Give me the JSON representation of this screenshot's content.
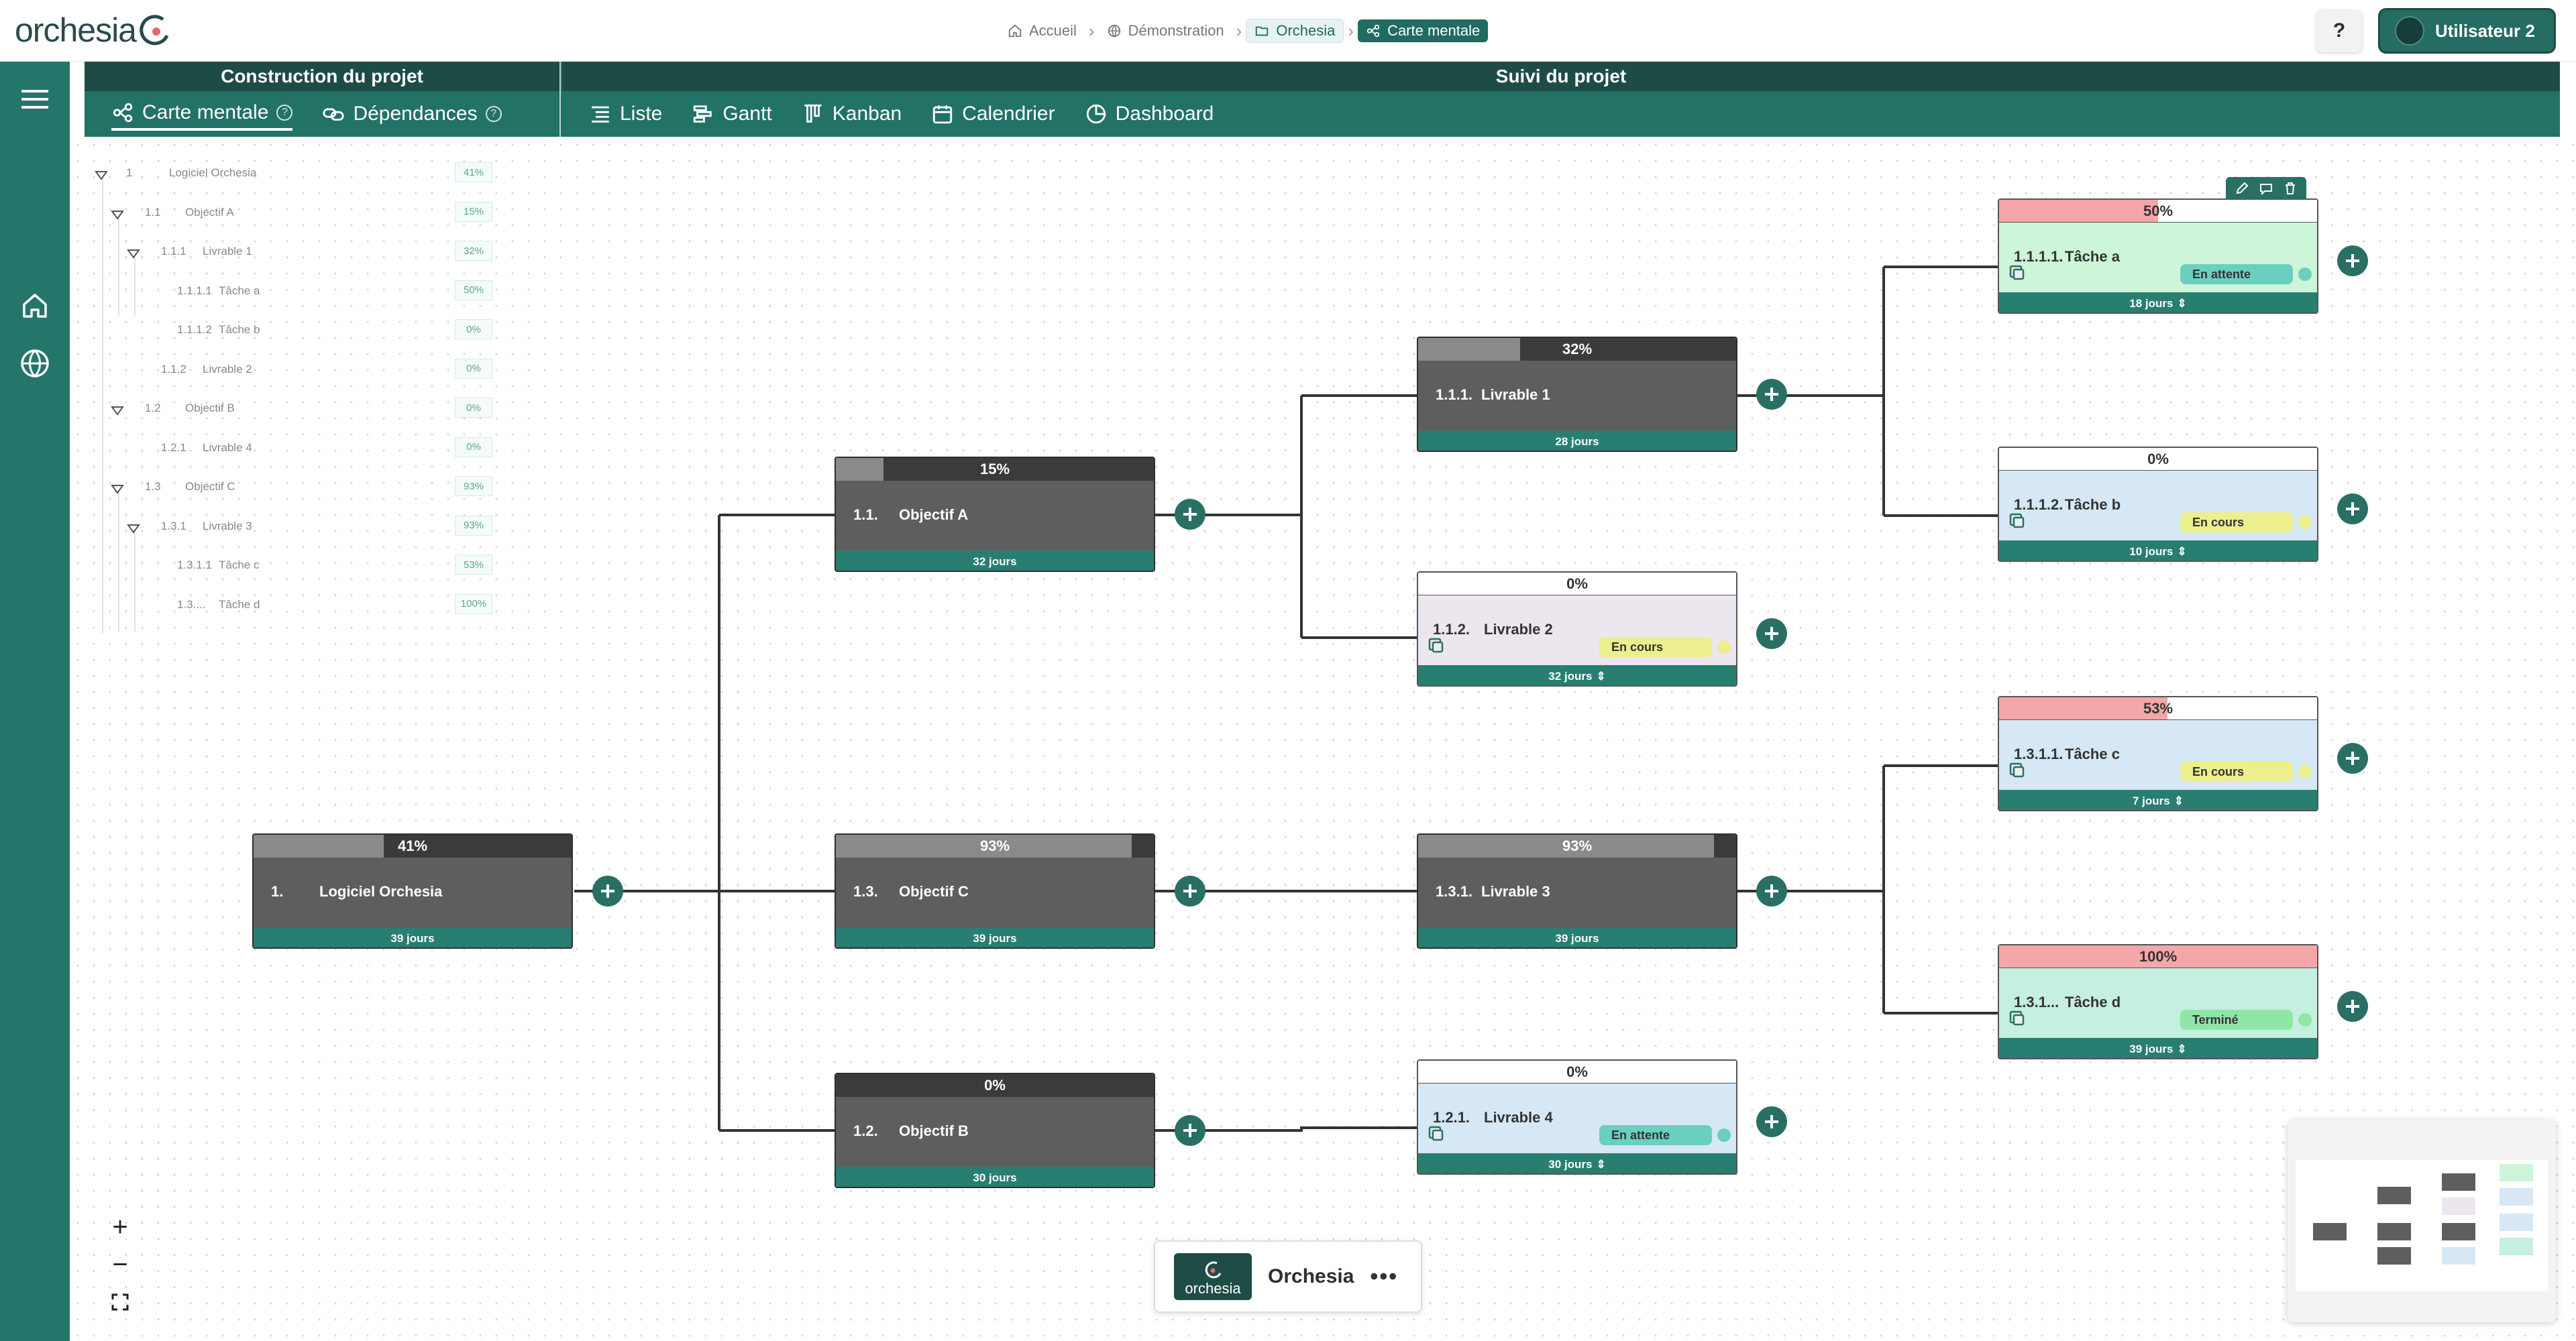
{
  "header": {
    "logo_text": "orchesia",
    "breadcrumbs": [
      "Accueil",
      "Démonstration",
      "Orchesia",
      "Carte mentale"
    ],
    "help_label": "?",
    "user_name": "Utilisateur 2"
  },
  "tabs": {
    "group1_title": "Construction du projet",
    "group2_title": "Suivi du projet",
    "carte": "Carte mentale",
    "dependances": "Dépendances",
    "liste": "Liste",
    "gantt": "Gantt",
    "kanban": "Kanban",
    "calendrier": "Calendrier",
    "dashboard": "Dashboard"
  },
  "tree": [
    {
      "num": "1",
      "label": "Logiciel Orchesia",
      "pct": "41%"
    },
    {
      "num": "1.1",
      "label": "Objectif A",
      "pct": "15%"
    },
    {
      "num": "1.1.1",
      "label": "Livrable 1",
      "pct": "32%"
    },
    {
      "num": "1.1.1.1",
      "label": "Tâche a",
      "pct": "50%"
    },
    {
      "num": "1.1.1.2",
      "label": "Tâche b",
      "pct": "0%"
    },
    {
      "num": "1.1.2",
      "label": "Livrable 2",
      "pct": "0%"
    },
    {
      "num": "1.2",
      "label": "Objectif B",
      "pct": "0%"
    },
    {
      "num": "1.2.1",
      "label": "Livrable 4",
      "pct": "0%"
    },
    {
      "num": "1.3",
      "label": "Objectif C",
      "pct": "93%"
    },
    {
      "num": "1.3.1",
      "label": "Livrable 3",
      "pct": "93%"
    },
    {
      "num": "1.3.1.1",
      "label": "Tâche c",
      "pct": "53%"
    },
    {
      "num": "1.3....",
      "label": "Tâche d",
      "pct": "100%"
    }
  ],
  "nodes": {
    "root": {
      "pct": "41%",
      "progress": 0.41,
      "id": "1.",
      "name": "Logiciel Orchesia",
      "duration": "39 jours"
    },
    "objA": {
      "pct": "15%",
      "progress": 0.15,
      "id": "1.1.",
      "name": "Objectif A",
      "duration": "32 jours"
    },
    "objC": {
      "pct": "93%",
      "progress": 0.93,
      "id": "1.3.",
      "name": "Objectif C",
      "duration": "39 jours"
    },
    "objB": {
      "pct": "0%",
      "progress": 0,
      "id": "1.2.",
      "name": "Objectif B",
      "duration": "30 jours"
    },
    "liv1": {
      "pct": "32%",
      "progress": 0.32,
      "id": "1.1.1.",
      "name": "Livrable 1",
      "duration": "28 jours"
    },
    "liv2": {
      "pct": "0%",
      "progress": 0,
      "id": "1.1.2.",
      "name": "Livrable 2",
      "duration": "32 jours",
      "status": "En cours"
    },
    "liv3": {
      "pct": "93%",
      "progress": 0.93,
      "id": "1.3.1.",
      "name": "Livrable 3",
      "duration": "39 jours"
    },
    "liv4": {
      "pct": "0%",
      "progress": 0,
      "id": "1.2.1.",
      "name": "Livrable 4",
      "duration": "30 jours",
      "status": "En attente"
    },
    "taskA": {
      "pct": "50%",
      "progress": 0.5,
      "id": "1.1.1.1.",
      "name": "Tâche a",
      "duration": "18 jours",
      "status": "En attente"
    },
    "taskB": {
      "pct": "0%",
      "progress": 0,
      "id": "1.1.1.2.",
      "name": "Tâche b",
      "duration": "10 jours",
      "status": "En cours"
    },
    "taskC": {
      "pct": "53%",
      "progress": 0.53,
      "id": "1.3.1.1.",
      "name": "Tâche c",
      "duration": "7 jours",
      "status": "En cours"
    },
    "taskD": {
      "pct": "100%",
      "progress": 1,
      "id": "1.3.1...",
      "name": "Tâche d",
      "duration": "39 jours",
      "status": "Terminé"
    }
  },
  "project_card": {
    "logo_text": "orchesia",
    "name": "Orchesia",
    "more": "•••"
  },
  "zoom": {
    "in": "+",
    "out": "−"
  },
  "colors": {
    "brand": "#24756a",
    "node_dark": "#5e5e5e",
    "task_green": "#cdf5d9",
    "task_blue": "#d6e8f5",
    "task_purple": "#ece6ef",
    "task_mint": "#c5efdf",
    "status_wait": "#6bcfc0",
    "status_progress": "#ebef8e",
    "status_done": "#8fe6a5"
  }
}
